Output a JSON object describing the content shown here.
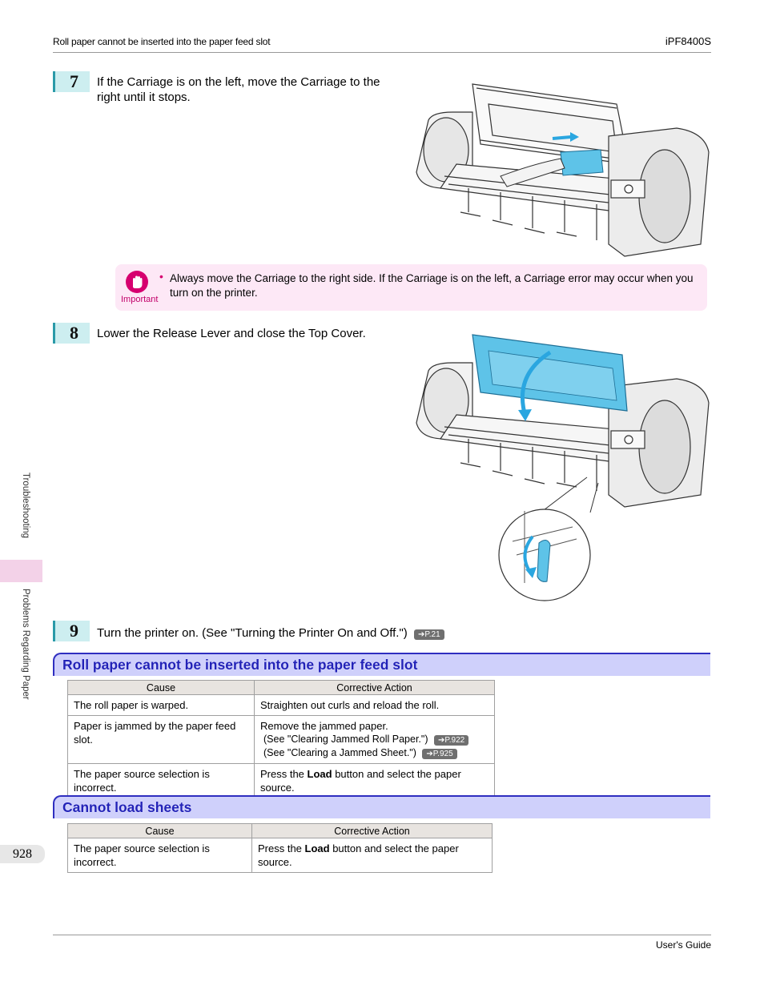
{
  "header": {
    "left": "Roll paper cannot be inserted into the paper feed slot",
    "right": "iPF8400S"
  },
  "steps": [
    {
      "number": "7",
      "text_line1": "If the Carriage is on the left, move the Carriage to the",
      "text_line2": "right until it stops."
    },
    {
      "number": "8",
      "text": "Lower the Release Lever and close the Top Cover."
    },
    {
      "number": "9",
      "text": "Turn the printer on.  (See \"Turning the Printer On and Off.\")",
      "ref": "P.21"
    }
  ],
  "important": {
    "label": "Important",
    "text": "Always move the Carriage to the right side. If the Carriage is on the left, a Carriage error may occur when you turn on the printer."
  },
  "section1": {
    "title": "Roll paper cannot be inserted into the paper feed slot",
    "header_cause": "Cause",
    "header_action": "Corrective Action",
    "rows": [
      {
        "cause": "The roll paper is warped.",
        "action": "Straighten out curls and reload the roll."
      },
      {
        "cause": "Paper is jammed by the paper feed slot.",
        "action": "Remove the jammed paper.",
        "sub1": "(See \"Clearing Jammed Roll Paper.\")",
        "ref1": "P.922",
        "sub2": "(See \"Clearing a Jammed Sheet.\")",
        "ref2": "P.925"
      },
      {
        "cause": "The paper source selection is incorrect.",
        "action_pre": "Press the ",
        "action_bold": "Load",
        "action_post": " button and select the paper source."
      }
    ]
  },
  "section2": {
    "title": "Cannot load sheets",
    "header_cause": "Cause",
    "header_action": "Corrective Action",
    "rows": [
      {
        "cause": "The paper source selection is incorrect.",
        "action_pre": "Press the ",
        "action_bold": "Load",
        "action_post": " button and select the paper source."
      }
    ]
  },
  "sidebar": {
    "tab1": "Troubleshooting",
    "tab2": "Problems Regarding Paper",
    "page_number": "928"
  },
  "footer": {
    "right": "User's Guide"
  },
  "colors": {
    "accent_blue": "#2f2ec0",
    "section_bg": "#cfd0fb",
    "step_badge_bg": "#cdeef0",
    "important_bg": "#fde8f6",
    "important_pink": "#d6006f",
    "highlight_cyan": "#5ec3e8"
  }
}
